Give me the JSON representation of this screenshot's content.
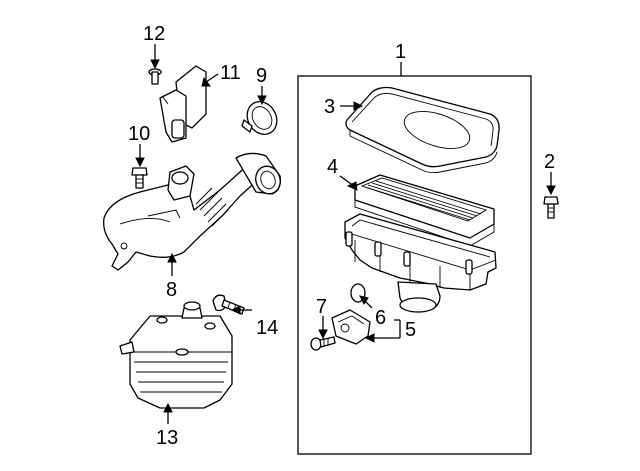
{
  "diagram": {
    "background": "#ffffff",
    "line_color": "#000000",
    "callouts": [
      {
        "id": "c1",
        "label": "1"
      },
      {
        "id": "c2",
        "label": "2"
      },
      {
        "id": "c3",
        "label": "3"
      },
      {
        "id": "c4",
        "label": "4"
      },
      {
        "id": "c5",
        "label": "5"
      },
      {
        "id": "c6",
        "label": "6"
      },
      {
        "id": "c7",
        "label": "7"
      },
      {
        "id": "c8",
        "label": "8"
      },
      {
        "id": "c9",
        "label": "9"
      },
      {
        "id": "c10",
        "label": "10"
      },
      {
        "id": "c11",
        "label": "11"
      },
      {
        "id": "c12",
        "label": "12"
      },
      {
        "id": "c13",
        "label": "13"
      },
      {
        "id": "c14",
        "label": "14"
      }
    ]
  }
}
